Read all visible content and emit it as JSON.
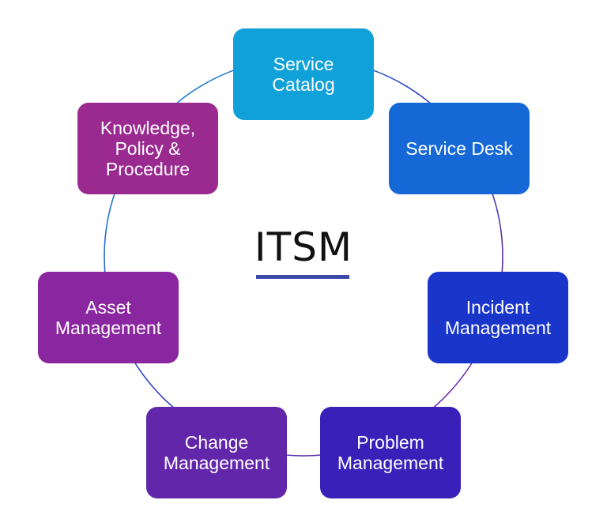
{
  "center": {
    "title": "ITSM",
    "underline_color": "#3b4aa8"
  },
  "nodes": [
    {
      "id": "service-catalog",
      "label": "Service\nCatalog",
      "color": "#11a1d9"
    },
    {
      "id": "service-desk",
      "label": "Service Desk",
      "color": "#1568d6"
    },
    {
      "id": "incident-management",
      "label": "Incident\nManagement",
      "color": "#1a35c9"
    },
    {
      "id": "problem-management",
      "label": "Problem\nManagement",
      "color": "#3920b8"
    },
    {
      "id": "change-management",
      "label": "Change\nManagement",
      "color": "#6226ab"
    },
    {
      "id": "asset-management",
      "label": "Asset\nManagement",
      "color": "#8a26a0"
    },
    {
      "id": "knowledge-policy-procedure",
      "label": "Knowledge,\nPolicy &\nProcedure",
      "color": "#9a2a90"
    }
  ]
}
